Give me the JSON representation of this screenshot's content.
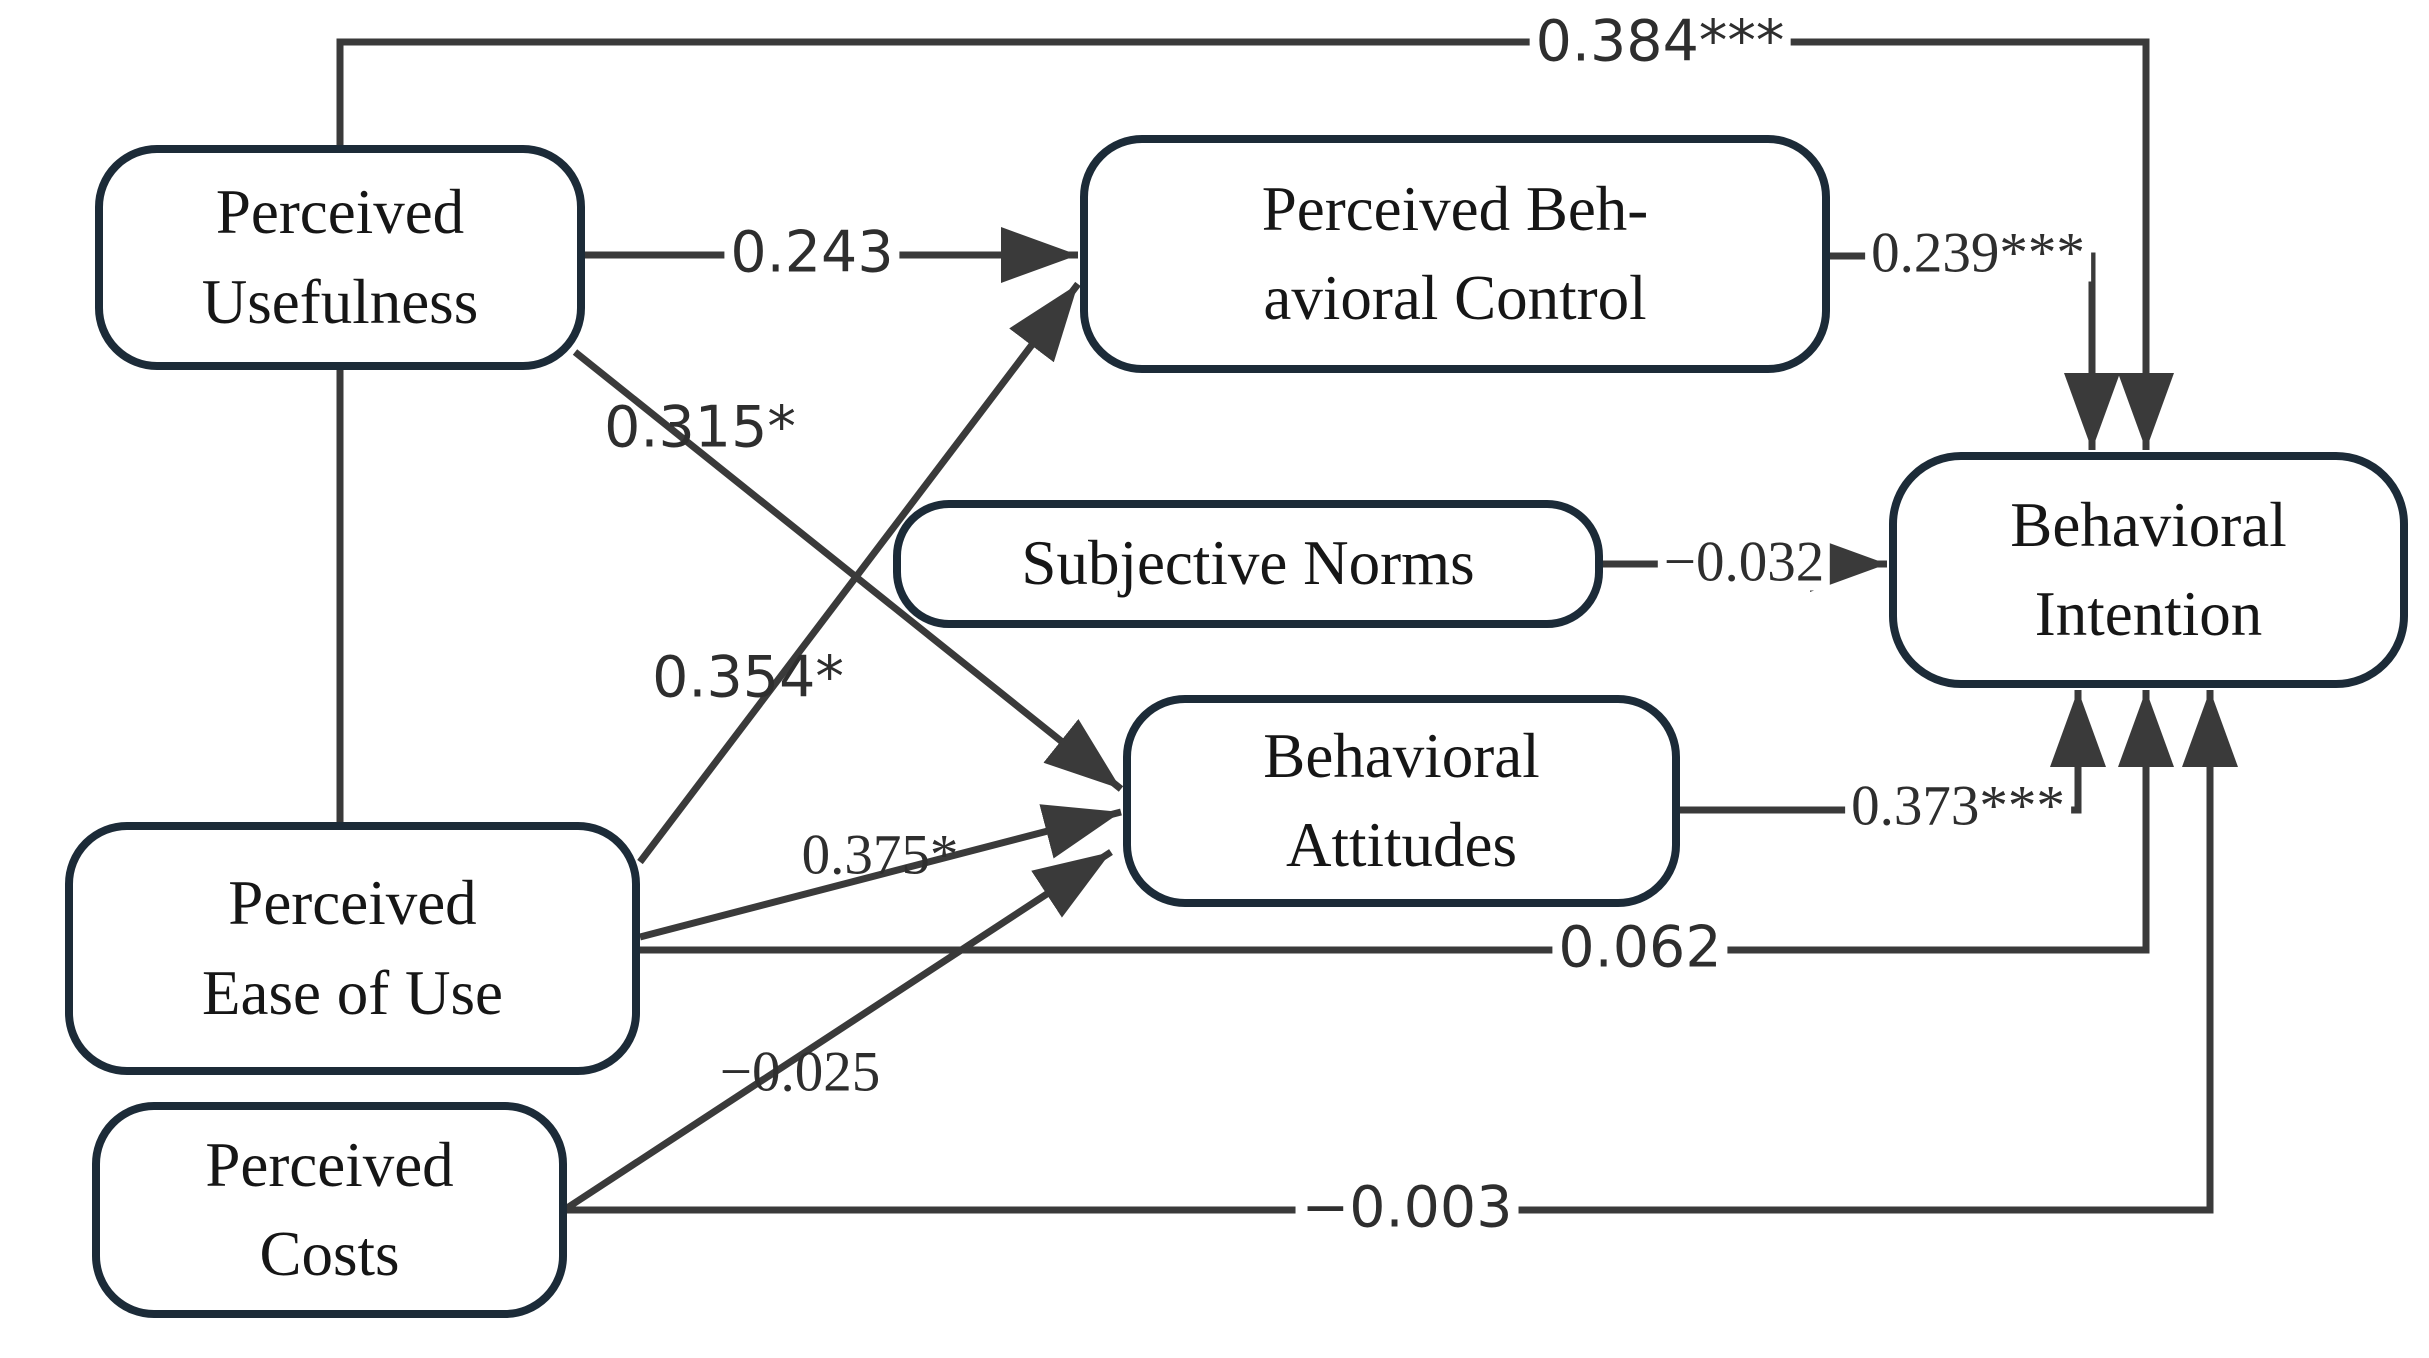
{
  "diagram": {
    "kind": "structural-equation-model-path-diagram",
    "colors": {
      "box_border": "#1c2b38",
      "box_fill": "#ffffff",
      "line": "#3a3a3a",
      "text": "#161616",
      "background": "#ffffff"
    },
    "nodes": {
      "pu": {
        "label": "Perceived\nUsefulness"
      },
      "pbc": {
        "label": "Perceived Beh-\navioral Control"
      },
      "sn": {
        "label": "Subjective Norms"
      },
      "bi": {
        "label": "Behavioral\nIntention"
      },
      "ba": {
        "label": "Behavioral\nAttitudes"
      },
      "peou": {
        "label": "Perceived\nEase of Use"
      },
      "pc": {
        "label": "Perceived\nCosts"
      }
    },
    "edges": {
      "pu_bi": {
        "from": "Perceived Usefulness",
        "to": "Behavioral Intention",
        "label": "0.384***"
      },
      "pu_pbc": {
        "from": "Perceived Usefulness",
        "to": "Perceived Behavioral Control",
        "label": "0.243"
      },
      "pu_ba": {
        "from": "Perceived Usefulness",
        "to": "Behavioral Attitudes",
        "label": "0.315*"
      },
      "pbc_bi": {
        "from": "Perceived Behavioral Control",
        "to": "Behavioral Intention",
        "label": "0.239***"
      },
      "sn_bi": {
        "from": "Subjective Norms",
        "to": "Behavioral Intention",
        "label": "−0.032"
      },
      "peou_pbc": {
        "from": "Perceived Ease of Use",
        "to": "Perceived Behavioral Control",
        "label": "0.354*"
      },
      "peou_ba": {
        "from": "Perceived Ease of Use",
        "to": "Behavioral Attitudes",
        "label": "0.375*"
      },
      "peou_bi": {
        "from": "Perceived Ease of Use",
        "to": "Behavioral Intention",
        "label": "0.062"
      },
      "ba_bi": {
        "from": "Behavioral Attitudes",
        "to": "Behavioral Intention",
        "label": "0.373***"
      },
      "pc_ba": {
        "from": "Perceived Costs",
        "to": "Behavioral Attitudes",
        "label": "−0.025"
      },
      "pc_bi": {
        "from": "Perceived Costs",
        "to": "Behavioral Intention",
        "label": "−0.003"
      },
      "pu_peou": {
        "from": "Perceived Usefulness",
        "to": "Perceived Ease of Use",
        "label": ""
      }
    }
  }
}
